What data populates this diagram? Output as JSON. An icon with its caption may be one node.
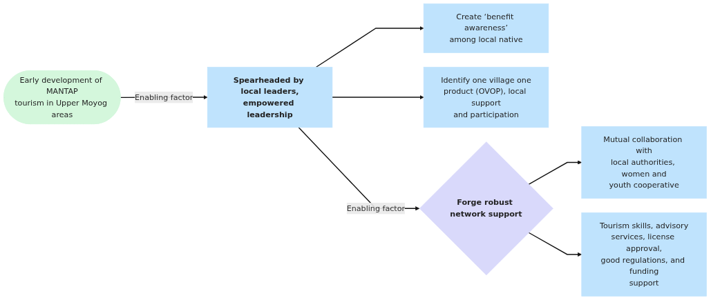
{
  "diagram": {
    "nodes": [
      {
        "text": [
          "Early development of MANTAP tourism in Upper Moyog areas"
        ]
      },
      {
        "text": [
          "Create ‘benefit awareness’ among local native"
        ]
      },
      {
        "text": [
          "Spearheaded by local leaders, empowered leadership"
        ]
      },
      {
        "text": [
          "Identify one village one product (OVOP), local support and participation"
        ]
      },
      {
        "text": [
          "Forge robust network support"
        ]
      },
      {
        "text": [
          "Mutual collaboration with local authorities, women and youth cooperative"
        ]
      },
      {
        "text": [
          "Tourism skills, advisory services, license approval, good regulations, and funding support"
        ]
      }
    ],
    "edges": [
      {
        "from": 0,
        "to": 2,
        "arrow": "to",
        "label": "Enabling factor"
      },
      {
        "from": 2,
        "to": 1,
        "arrow": "to"
      },
      {
        "from": 2,
        "to": 3,
        "arrow": "to"
      },
      {
        "from": 2,
        "to": 4,
        "arrow": "to",
        "label": "Enabling factor"
      },
      {
        "from": 4,
        "to": 5,
        "arrow": "to"
      },
      {
        "from": 4,
        "to": 6,
        "arrow": "to"
      }
    ]
  }
}
